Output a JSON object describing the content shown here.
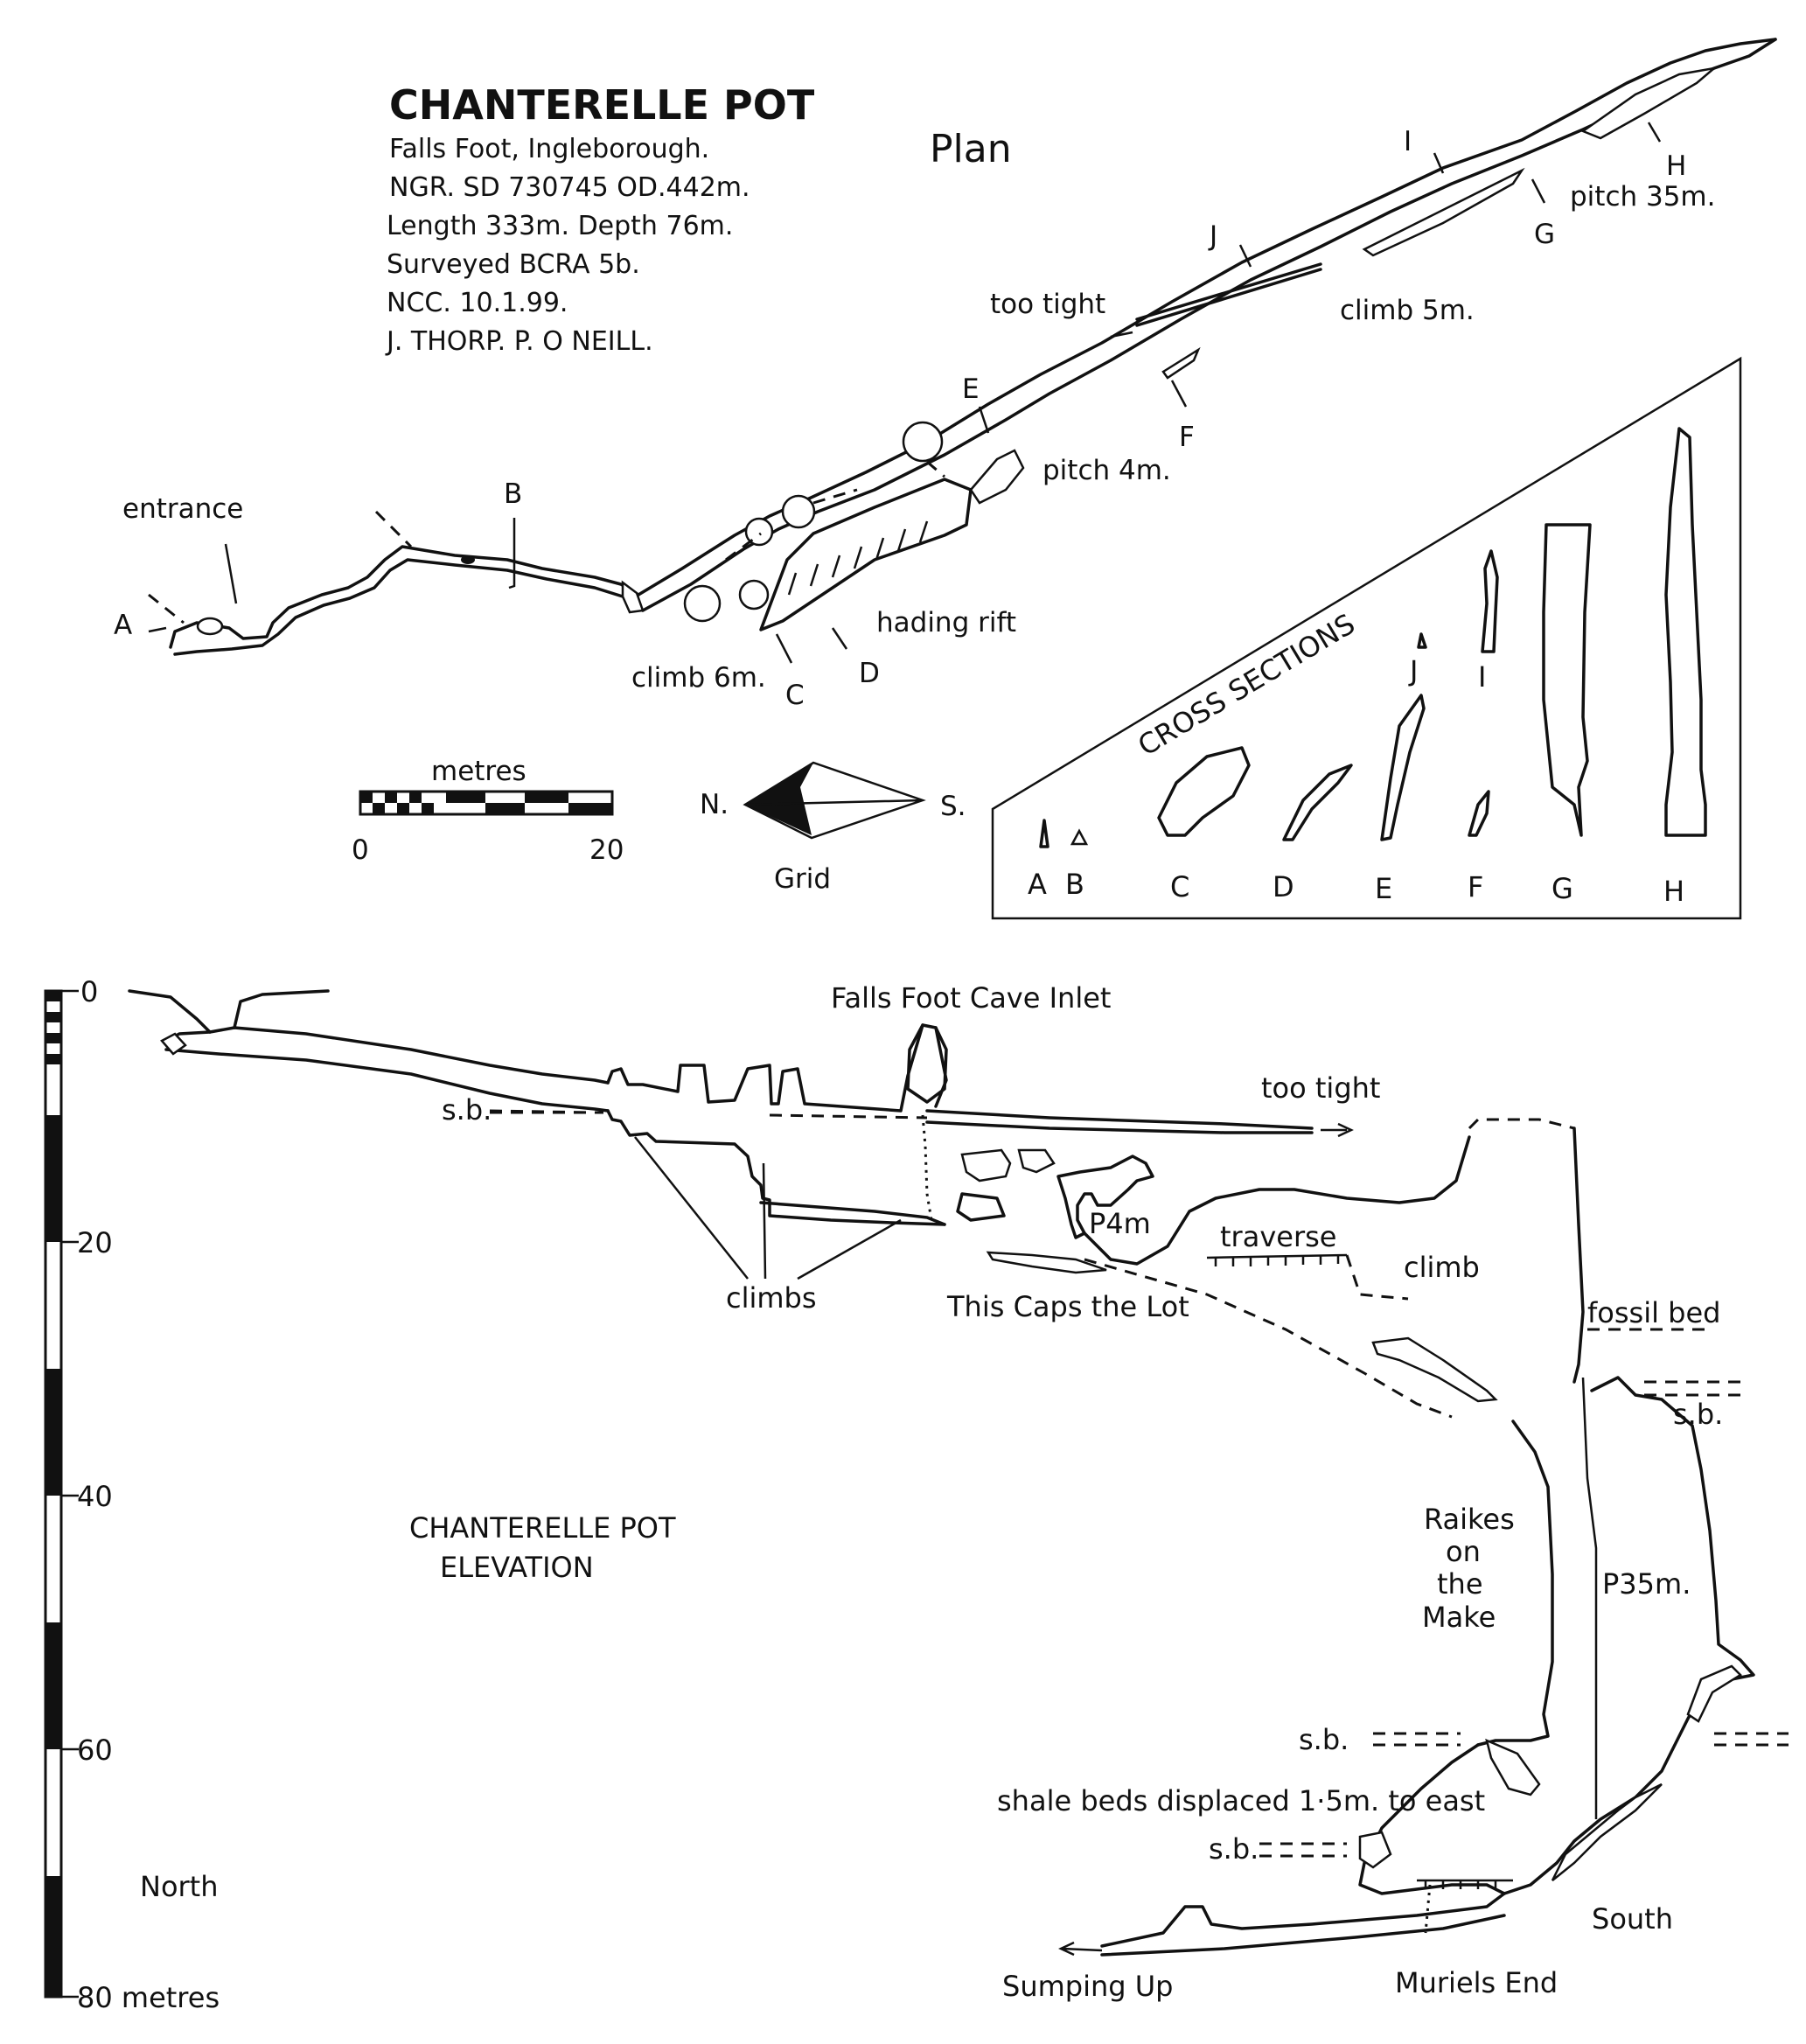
{
  "header": {
    "title": "CHANTERELLE POT",
    "info_lines": [
      "Falls Foot, Ingleborough.",
      "NGR. SD 730745 OD.442m.",
      "Length 333m. Depth 76m.",
      "Surveyed BCRA 5b.",
      "NCC. 10.1.99.",
      "J. THORP. P. O NEILL."
    ]
  },
  "plan": {
    "title": "Plan",
    "labels": {
      "entrance": "entrance",
      "hading_rift": "hading rift",
      "climb_6m": "climb 6m.",
      "pitch_4m": "pitch 4m.",
      "climb_5m": "climb 5m.",
      "too_tight": "too tight",
      "pitch_35m": "pitch 35m."
    },
    "section_marks": [
      "A",
      "B",
      "C",
      "D",
      "E",
      "F",
      "G",
      "H",
      "I",
      "J"
    ]
  },
  "scale": {
    "label": "metres",
    "min": "0",
    "max": "20"
  },
  "compass": {
    "north": "N.",
    "south": "S.",
    "caption": "Grid"
  },
  "cross_sections": {
    "title": "CROSS SECTIONS",
    "letters": [
      "A",
      "B",
      "C",
      "D",
      "E",
      "F",
      "G",
      "H",
      "I",
      "J"
    ]
  },
  "elevation": {
    "title_line1": "CHANTERELLE POT",
    "title_line2": "ELEVATION",
    "labels": {
      "inlet": "Falls Foot Cave Inlet",
      "too_tight": "too tight",
      "sb": "s.b.",
      "p4m": "P4m",
      "traverse": "traverse",
      "climb": "climb",
      "climbs": "climbs",
      "this_caps": "This Caps the Lot",
      "fossil_bed": "fossil bed",
      "raikes": [
        "Raikes",
        "on",
        "the",
        "Make"
      ],
      "p35m": "P35m.",
      "shale": "shale beds displaced 1·5m. to east",
      "north": "North",
      "south": "South",
      "sumping": "Sumping Up",
      "muriels": "Muriels End"
    },
    "depth_ticks": [
      "0",
      "20",
      "40",
      "60",
      "80 metres"
    ]
  }
}
